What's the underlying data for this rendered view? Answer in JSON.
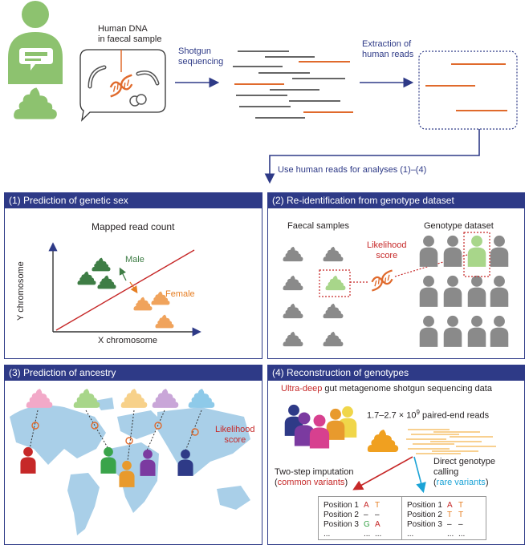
{
  "top": {
    "dna_label_1": "Human DNA",
    "dna_label_2": "in faecal sample",
    "shotgun_1": "Shotgun",
    "shotgun_2": "sequencing",
    "extraction_1": "Extraction of",
    "extraction_2": "human reads",
    "use_reads": "Use human reads for analyses (1)–(4)"
  },
  "panel1": {
    "title": "(1) Prediction of genetic sex",
    "subtitle": "Mapped read count",
    "ylabel": "Y chromosome",
    "xlabel": "X chromosome",
    "male": "Male",
    "female": "Female"
  },
  "panel2": {
    "title": "(2) Re-identification from genotype dataset",
    "faecal": "Faecal samples",
    "genotype": "Genotype dataset",
    "likelihood_1": "Likelihood",
    "likelihood_2": "score"
  },
  "panel3": {
    "title": "(3) Prediction of ancestry",
    "likelihood_1": "Likelihood",
    "likelihood_2": "score"
  },
  "panel4": {
    "title": "(4) Reconstruction of genotypes",
    "ultra": "Ultra-deep",
    "data_rest": " gut metagenome shotgun sequencing data",
    "reads_pre": "1.7–2.7 × 10",
    "reads_exp": "9",
    "reads_post": " paired-end reads",
    "two_step": "Two-step imputation",
    "common_open": "(",
    "common": "common variants",
    "common_close": ")",
    "direct_1": "Direct genotype",
    "direct_2": "calling",
    "rare_open": "(",
    "rare": "rare variants",
    "rare_close": ")",
    "table_left": [
      {
        "pos": "Position 1",
        "a1": "A",
        "a2": "T"
      },
      {
        "pos": "Position 2",
        "a1": "–",
        "a2": "–"
      },
      {
        "pos": "Position 3",
        "a1": "G",
        "a2": "A"
      },
      {
        "pos": "...",
        "a1": "...",
        "a2": "..."
      }
    ],
    "table_right": [
      {
        "pos": "Position 1",
        "a1": "A",
        "a2": "T"
      },
      {
        "pos": "Position 2",
        "a1": "T",
        "a2": "T"
      },
      {
        "pos": "Position 3",
        "a1": "–",
        "a2": "–"
      },
      {
        "pos": "...",
        "a1": "...",
        "a2": "..."
      }
    ]
  },
  "colors": {
    "navy": "#2e3a87",
    "green": "#8dc26f",
    "dark_green": "#3e7d45",
    "orange": "#e67e22",
    "red": "#c62828",
    "gray": "#8a8a8a",
    "map_blue": "#a9cfe8",
    "cyan": "#1ba3d6"
  }
}
